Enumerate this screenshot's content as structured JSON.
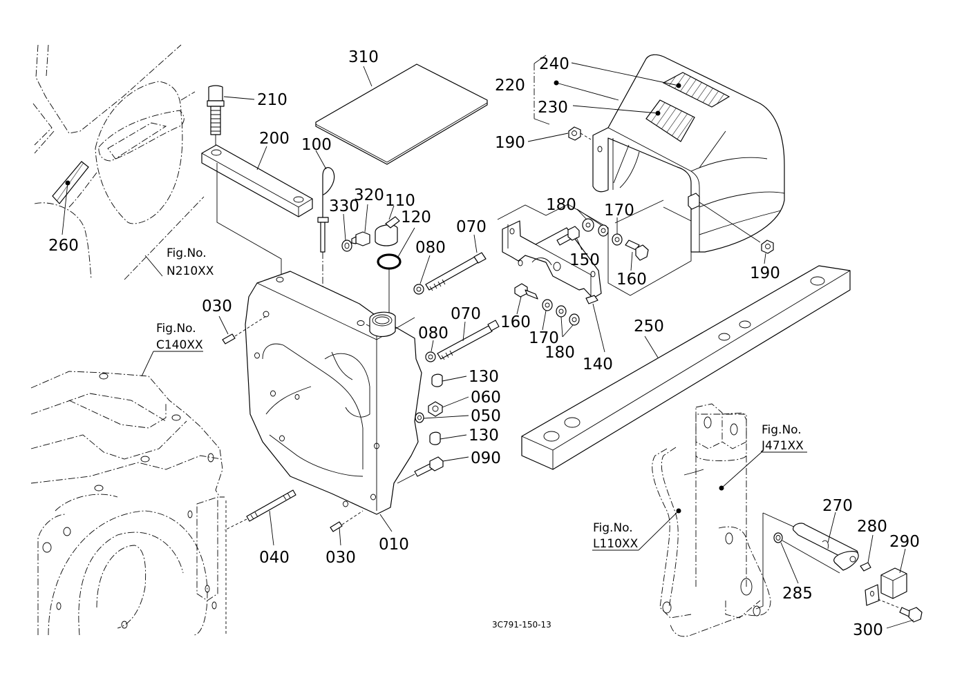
{
  "diagram": {
    "type": "exploded parts diagram",
    "drawing_code": "3C791-150-13",
    "fig_prefix": "Fig.No.",
    "figure_refs": [
      {
        "id": "N210XX"
      },
      {
        "id": "C140XX"
      },
      {
        "id": "J471XX"
      },
      {
        "id": "L110XX"
      }
    ],
    "parts": {
      "p010": "010",
      "p030a": "030",
      "p030b": "030",
      "p040": "040",
      "p050": "050",
      "p060": "060",
      "p070a": "070",
      "p070b": "070",
      "p080a": "080",
      "p080b": "080",
      "p090": "090",
      "p100": "100",
      "p110": "110",
      "p120": "120",
      "p130a": "130",
      "p130b": "130",
      "p140": "140",
      "p150": "150",
      "p160a": "160",
      "p160b": "160",
      "p170a": "170",
      "p170b": "170",
      "p180a": "180",
      "p180b": "180",
      "p190a": "190",
      "p190b": "190",
      "p200": "200",
      "p210": "210",
      "p220": "220",
      "p230": "230",
      "p240": "240",
      "p250": "250",
      "p260": "260",
      "p270": "270",
      "p280": "280",
      "p285": "285",
      "p290": "290",
      "p300": "300",
      "p310": "310",
      "p320": "320",
      "p330": "330"
    }
  }
}
